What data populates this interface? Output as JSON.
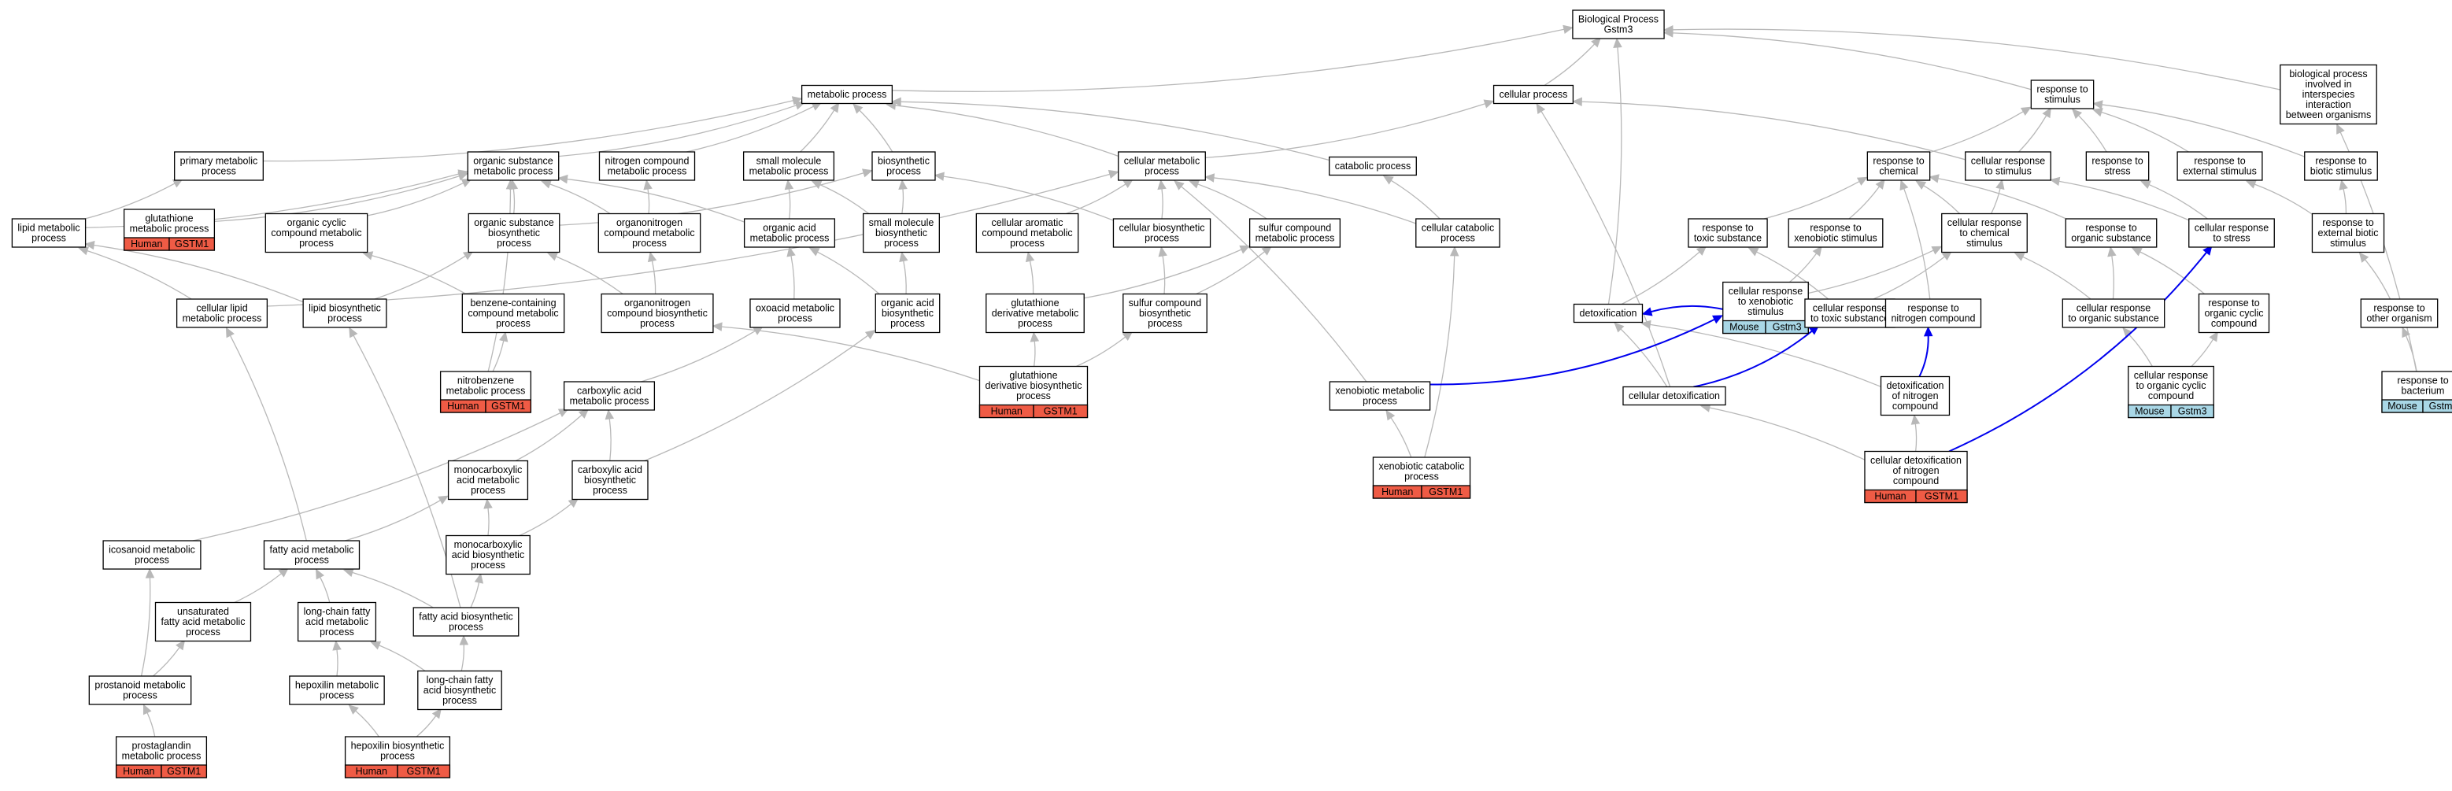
{
  "colors": {
    "human_bg": "#ef5b45",
    "mouse_bg": "#a9d7e6",
    "edge": "#b8b8b8",
    "highlight_edge": "#0000ee",
    "node_border": "#000000"
  },
  "nodes": [
    {
      "id": "root",
      "lines": [
        "Biological Process",
        "Gstm3"
      ]
    },
    {
      "id": "metabolic",
      "lines": [
        "metabolic process"
      ]
    },
    {
      "id": "cellular",
      "lines": [
        "cellular process"
      ]
    },
    {
      "id": "resp_stim",
      "lines": [
        "response to",
        "stimulus"
      ]
    },
    {
      "id": "interspecies",
      "lines": [
        "biological process",
        "involved in",
        "interspecies",
        "interaction",
        "between organisms"
      ]
    },
    {
      "id": "primary_met",
      "lines": [
        "primary metabolic",
        "process"
      ]
    },
    {
      "id": "org_sub_met",
      "lines": [
        "organic substance",
        "metabolic process"
      ]
    },
    {
      "id": "nitrogen_met",
      "lines": [
        "nitrogen compound",
        "metabolic process"
      ]
    },
    {
      "id": "small_mol_met",
      "lines": [
        "small molecule",
        "metabolic process"
      ]
    },
    {
      "id": "biosynthetic",
      "lines": [
        "biosynthetic",
        "process"
      ]
    },
    {
      "id": "cell_met",
      "lines": [
        "cellular metabolic",
        "process"
      ]
    },
    {
      "id": "catabolic",
      "lines": [
        "catabolic process"
      ]
    },
    {
      "id": "resp_chem",
      "lines": [
        "response to",
        "chemical"
      ]
    },
    {
      "id": "cell_resp_stim",
      "lines": [
        "cellular response",
        "to stimulus"
      ]
    },
    {
      "id": "resp_stress",
      "lines": [
        "response to",
        "stress"
      ]
    },
    {
      "id": "resp_ext_stim",
      "lines": [
        "response to",
        "external stimulus"
      ]
    },
    {
      "id": "resp_biotic",
      "lines": [
        "response to",
        "biotic stimulus"
      ]
    },
    {
      "id": "lipid_met",
      "lines": [
        "lipid metabolic",
        "process"
      ]
    },
    {
      "id": "glutathione_met",
      "lines": [
        "glutathione",
        "metabolic process"
      ],
      "badge": "human"
    },
    {
      "id": "org_cyclic_met",
      "lines": [
        "organic cyclic",
        "compound metabolic",
        "process"
      ]
    },
    {
      "id": "org_sub_bios",
      "lines": [
        "organic substance",
        "biosynthetic",
        "process"
      ]
    },
    {
      "id": "organonitrogen_met",
      "lines": [
        "organonitrogen",
        "compound metabolic",
        "process"
      ]
    },
    {
      "id": "org_acid_met",
      "lines": [
        "organic acid",
        "metabolic process"
      ]
    },
    {
      "id": "small_mol_bios",
      "lines": [
        "small molecule",
        "biosynthetic",
        "process"
      ]
    },
    {
      "id": "cell_arom_met",
      "lines": [
        "cellular aromatic",
        "compound metabolic",
        "process"
      ]
    },
    {
      "id": "cell_bios",
      "lines": [
        "cellular biosynthetic",
        "process"
      ]
    },
    {
      "id": "sulfur_met",
      "lines": [
        "sulfur compound",
        "metabolic process"
      ]
    },
    {
      "id": "cell_catabolic",
      "lines": [
        "cellular catabolic",
        "process"
      ]
    },
    {
      "id": "resp_toxic",
      "lines": [
        "response to",
        "toxic substance"
      ]
    },
    {
      "id": "resp_xeno",
      "lines": [
        "response to",
        "xenobiotic stimulus"
      ]
    },
    {
      "id": "cell_resp_chem",
      "lines": [
        "cellular response",
        "to chemical",
        "stimulus"
      ]
    },
    {
      "id": "resp_org_sub",
      "lines": [
        "response to",
        "organic substance"
      ]
    },
    {
      "id": "cell_resp_stress",
      "lines": [
        "cellular response",
        "to stress"
      ]
    },
    {
      "id": "resp_ext_biotic",
      "lines": [
        "response to",
        "external biotic",
        "stimulus"
      ]
    },
    {
      "id": "cell_lipid_met",
      "lines": [
        "cellular lipid",
        "metabolic process"
      ]
    },
    {
      "id": "lipid_bios",
      "lines": [
        "lipid biosynthetic",
        "process"
      ]
    },
    {
      "id": "benzene_met",
      "lines": [
        "benzene-containing",
        "compound metabolic",
        "process"
      ]
    },
    {
      "id": "organonitrogen_bios",
      "lines": [
        "organonitrogen",
        "compound biosynthetic",
        "process"
      ]
    },
    {
      "id": "oxoacid_met",
      "lines": [
        "oxoacid metabolic",
        "process"
      ]
    },
    {
      "id": "org_acid_bios",
      "lines": [
        "organic acid",
        "biosynthetic",
        "process"
      ]
    },
    {
      "id": "glut_deriv_met",
      "lines": [
        "glutathione",
        "derivative metabolic",
        "process"
      ]
    },
    {
      "id": "sulfur_bios",
      "lines": [
        "sulfur compound",
        "biosynthetic",
        "process"
      ]
    },
    {
      "id": "detox",
      "lines": [
        "detoxification"
      ]
    },
    {
      "id": "cell_resp_xeno",
      "lines": [
        "cellular response",
        "to xenobiotic",
        "stimulus"
      ],
      "badge": "mouse"
    },
    {
      "id": "cell_resp_toxic",
      "lines": [
        "cellular response",
        "to toxic substance"
      ]
    },
    {
      "id": "resp_nitrogen",
      "lines": [
        "response to",
        "nitrogen compound"
      ]
    },
    {
      "id": "cell_resp_org_sub",
      "lines": [
        "cellular response",
        "to organic substance"
      ]
    },
    {
      "id": "resp_org_cyclic",
      "lines": [
        "response to",
        "organic cyclic",
        "compound"
      ]
    },
    {
      "id": "resp_other_org",
      "lines": [
        "response to",
        "other organism"
      ]
    },
    {
      "id": "nitrobenzene_met",
      "lines": [
        "nitrobenzene",
        "metabolic process"
      ],
      "badge": "human"
    },
    {
      "id": "carboxylic_met",
      "lines": [
        "carboxylic acid",
        "metabolic process"
      ]
    },
    {
      "id": "glut_deriv_bios",
      "lines": [
        "glutathione",
        "derivative biosynthetic",
        "process"
      ],
      "badge": "human"
    },
    {
      "id": "xeno_met",
      "lines": [
        "xenobiotic metabolic",
        "process"
      ]
    },
    {
      "id": "cell_detox",
      "lines": [
        "cellular detoxification"
      ]
    },
    {
      "id": "detox_nitrogen",
      "lines": [
        "detoxification",
        "of nitrogen",
        "compound"
      ]
    },
    {
      "id": "cell_resp_org_cyclic",
      "lines": [
        "cellular response",
        "to organic cyclic",
        "compound"
      ],
      "badge": "mouse"
    },
    {
      "id": "resp_bacterium",
      "lines": [
        "response to",
        "bacterium"
      ],
      "badge": "mouse"
    },
    {
      "id": "monocarbox_met",
      "lines": [
        "monocarboxylic",
        "acid metabolic",
        "process"
      ]
    },
    {
      "id": "carbox_bios",
      "lines": [
        "carboxylic acid",
        "biosynthetic",
        "process"
      ]
    },
    {
      "id": "xeno_catabolic",
      "lines": [
        "xenobiotic catabolic",
        "process"
      ],
      "badge": "human"
    },
    {
      "id": "cell_detox_nitrogen",
      "lines": [
        "cellular detoxification",
        "of nitrogen",
        "compound"
      ],
      "badge": "human"
    },
    {
      "id": "icosanoid_met",
      "lines": [
        "icosanoid metabolic",
        "process"
      ]
    },
    {
      "id": "fatty_acid_met",
      "lines": [
        "fatty acid metabolic",
        "process"
      ]
    },
    {
      "id": "monocarbox_bios",
      "lines": [
        "monocarboxylic",
        "acid biosynthetic",
        "process"
      ]
    },
    {
      "id": "unsat_fatty_met",
      "lines": [
        "unsaturated",
        "fatty acid metabolic",
        "process"
      ]
    },
    {
      "id": "long_chain_met",
      "lines": [
        "long-chain fatty",
        "acid metabolic",
        "process"
      ]
    },
    {
      "id": "fatty_acid_bios",
      "lines": [
        "fatty acid biosynthetic",
        "process"
      ]
    },
    {
      "id": "prostanoid_met",
      "lines": [
        "prostanoid metabolic",
        "process"
      ]
    },
    {
      "id": "hepoxilin_met",
      "lines": [
        "hepoxilin metabolic",
        "process"
      ]
    },
    {
      "id": "long_chain_bios",
      "lines": [
        "long-chain fatty",
        "acid biosynthetic",
        "process"
      ]
    },
    {
      "id": "prostaglandin_met",
      "lines": [
        "prostaglandin",
        "metabolic process"
      ],
      "badge": "human"
    },
    {
      "id": "hepoxilin_bios",
      "lines": [
        "hepoxilin biosynthetic",
        "process"
      ],
      "badge": "human"
    }
  ],
  "badges": {
    "human": [
      "Human",
      "GSTM1"
    ],
    "mouse": [
      "Mouse",
      "Gstm3"
    ]
  },
  "edges": [
    [
      "metabolic",
      "root"
    ],
    [
      "cellular",
      "root"
    ],
    [
      "resp_stim",
      "root"
    ],
    [
      "interspecies",
      "root"
    ],
    [
      "primary_met",
      "metabolic"
    ],
    [
      "org_sub_met",
      "metabolic"
    ],
    [
      "nitrogen_met",
      "metabolic"
    ],
    [
      "small_mol_met",
      "metabolic"
    ],
    [
      "biosynthetic",
      "metabolic"
    ],
    [
      "cell_met",
      "metabolic"
    ],
    [
      "catabolic",
      "metabolic"
    ],
    [
      "cell_met",
      "cellular"
    ],
    [
      "cell_resp_stim",
      "cellular"
    ],
    [
      "detox",
      "root"
    ],
    [
      "resp_chem",
      "resp_stim"
    ],
    [
      "cell_resp_stim",
      "resp_stim"
    ],
    [
      "resp_stress",
      "resp_stim"
    ],
    [
      "resp_ext_stim",
      "resp_stim"
    ],
    [
      "resp_biotic",
      "resp_stim"
    ],
    [
      "lipid_met",
      "primary_met"
    ],
    [
      "lipid_met",
      "org_sub_met"
    ],
    [
      "glutathione_met",
      "org_sub_met"
    ],
    [
      "org_cyclic_met",
      "org_sub_met"
    ],
    [
      "org_sub_bios",
      "org_sub_met"
    ],
    [
      "org_sub_bios",
      "biosynthetic"
    ],
    [
      "organonitrogen_met",
      "nitrogen_met"
    ],
    [
      "organonitrogen_met",
      "org_sub_met"
    ],
    [
      "org_acid_met",
      "small_mol_met"
    ],
    [
      "org_acid_met",
      "org_sub_met"
    ],
    [
      "small_mol_bios",
      "small_mol_met"
    ],
    [
      "small_mol_bios",
      "biosynthetic"
    ],
    [
      "cell_arom_met",
      "cell_met"
    ],
    [
      "cell_bios",
      "cell_met"
    ],
    [
      "cell_bios",
      "biosynthetic"
    ],
    [
      "sulfur_met",
      "cell_met"
    ],
    [
      "cell_catabolic",
      "catabolic"
    ],
    [
      "cell_catabolic",
      "cell_met"
    ],
    [
      "resp_toxic",
      "resp_chem"
    ],
    [
      "resp_xeno",
      "resp_chem"
    ],
    [
      "cell_resp_chem",
      "resp_chem"
    ],
    [
      "cell_resp_chem",
      "cell_resp_stim"
    ],
    [
      "resp_org_sub",
      "resp_chem"
    ],
    [
      "cell_resp_stress",
      "resp_stress"
    ],
    [
      "cell_resp_stress",
      "cell_resp_stim"
    ],
    [
      "resp_ext_biotic",
      "resp_ext_stim"
    ],
    [
      "resp_ext_biotic",
      "resp_biotic"
    ],
    [
      "cell_lipid_met",
      "lipid_met"
    ],
    [
      "cell_lipid_met",
      "cell_met"
    ],
    [
      "lipid_bios",
      "lipid_met"
    ],
    [
      "lipid_bios",
      "org_sub_bios"
    ],
    [
      "benzene_met",
      "org_cyclic_met"
    ],
    [
      "organonitrogen_bios",
      "organonitrogen_met"
    ],
    [
      "organonitrogen_bios",
      "org_sub_bios"
    ],
    [
      "oxoacid_met",
      "org_acid_met"
    ],
    [
      "org_acid_bios",
      "org_acid_met"
    ],
    [
      "org_acid_bios",
      "small_mol_bios"
    ],
    [
      "glut_deriv_met",
      "cell_arom_met"
    ],
    [
      "glut_deriv_met",
      "sulfur_met"
    ],
    [
      "sulfur_bios",
      "sulfur_met"
    ],
    [
      "sulfur_bios",
      "cell_bios"
    ],
    [
      "detox",
      "resp_toxic"
    ],
    [
      "cell_resp_xeno",
      "resp_xeno"
    ],
    [
      "cell_resp_xeno",
      "cell_resp_chem"
    ],
    [
      "cell_resp_toxic",
      "cell_resp_chem"
    ],
    [
      "cell_resp_toxic",
      "resp_toxic"
    ],
    [
      "resp_nitrogen",
      "resp_chem"
    ],
    [
      "cell_resp_org_sub",
      "resp_org_sub"
    ],
    [
      "cell_resp_org_sub",
      "cell_resp_chem"
    ],
    [
      "resp_org_cyclic",
      "resp_org_sub"
    ],
    [
      "resp_other_org",
      "resp_ext_biotic"
    ],
    [
      "nitrobenzene_met",
      "benzene_met"
    ],
    [
      "nitrobenzene_met",
      "org_sub_met"
    ],
    [
      "carboxylic_met",
      "oxoacid_met"
    ],
    [
      "glut_deriv_bios",
      "glut_deriv_met"
    ],
    [
      "glut_deriv_bios",
      "organonitrogen_bios"
    ],
    [
      "glut_deriv_bios",
      "sulfur_bios"
    ],
    [
      "xeno_met",
      "cell_met"
    ],
    [
      "cell_detox",
      "detox"
    ],
    [
      "cell_detox",
      "cellular"
    ],
    [
      "detox_nitrogen",
      "detox"
    ],
    [
      "cell_resp_org_cyclic",
      "cell_resp_org_sub"
    ],
    [
      "cell_resp_org_cyclic",
      "resp_org_cyclic"
    ],
    [
      "resp_bacterium",
      "resp_other_org"
    ],
    [
      "resp_bacterium",
      "interspecies"
    ],
    [
      "monocarbox_met",
      "carboxylic_met"
    ],
    [
      "carbox_bios",
      "carboxylic_met"
    ],
    [
      "carbox_bios",
      "org_acid_bios"
    ],
    [
      "xeno_catabolic",
      "xeno_met"
    ],
    [
      "xeno_catabolic",
      "cell_catabolic"
    ],
    [
      "cell_detox_nitrogen",
      "detox_nitrogen"
    ],
    [
      "cell_detox_nitrogen",
      "cell_detox"
    ],
    [
      "icosanoid_met",
      "carboxylic_met"
    ],
    [
      "fatty_acid_met",
      "monocarbox_met"
    ],
    [
      "fatty_acid_met",
      "cell_lipid_met"
    ],
    [
      "monocarbox_bios",
      "monocarbox_met"
    ],
    [
      "monocarbox_bios",
      "carbox_bios"
    ],
    [
      "unsat_fatty_met",
      "fatty_acid_met"
    ],
    [
      "long_chain_met",
      "fatty_acid_met"
    ],
    [
      "fatty_acid_bios",
      "fatty_acid_met"
    ],
    [
      "fatty_acid_bios",
      "monocarbox_bios"
    ],
    [
      "fatty_acid_bios",
      "lipid_bios"
    ],
    [
      "prostanoid_met",
      "icosanoid_met"
    ],
    [
      "prostanoid_met",
      "unsat_fatty_met"
    ],
    [
      "hepoxilin_met",
      "long_chain_met"
    ],
    [
      "long_chain_bios",
      "long_chain_met"
    ],
    [
      "long_chain_bios",
      "fatty_acid_bios"
    ],
    [
      "prostaglandin_met",
      "prostanoid_met"
    ],
    [
      "hepoxilin_bios",
      "hepoxilin_met"
    ],
    [
      "hepoxilin_bios",
      "long_chain_bios"
    ]
  ],
  "highlight_edges": [
    [
      "cell_resp_xeno",
      "detox"
    ],
    [
      "xeno_met",
      "cell_resp_xeno"
    ],
    [
      "cell_detox",
      "cell_resp_toxic"
    ],
    [
      "detox_nitrogen",
      "resp_nitrogen"
    ],
    [
      "cell_detox_nitrogen",
      "cell_resp_stress"
    ]
  ]
}
